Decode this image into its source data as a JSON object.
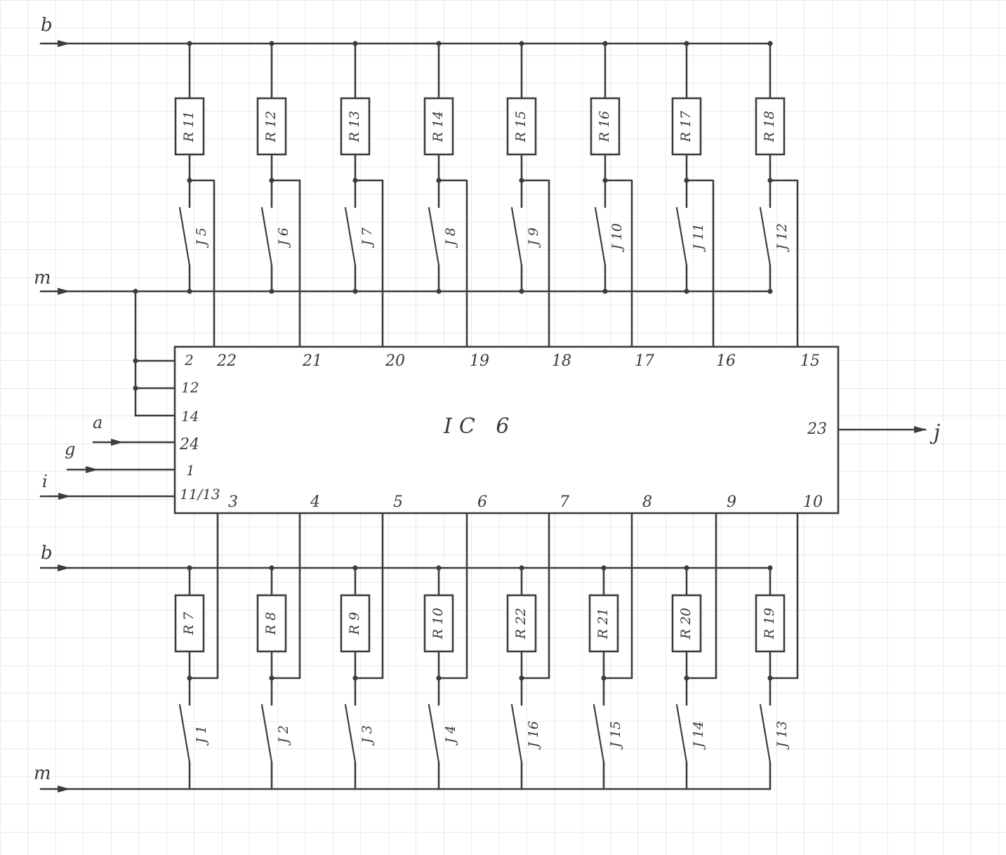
{
  "rails": {
    "top_b": "b",
    "top_m": "m",
    "bottom_b": "b",
    "bottom_m": "m"
  },
  "ic": {
    "name": "IC 6",
    "left_pins": [
      "2",
      "12",
      "14",
      "24",
      "1",
      "11/13"
    ],
    "top_pins": [
      "22",
      "21",
      "20",
      "19",
      "18",
      "17",
      "16",
      "15"
    ],
    "bottom_pins": [
      "3",
      "4",
      "5",
      "6",
      "7",
      "8",
      "9",
      "10"
    ],
    "output_pin": "23"
  },
  "inputs": {
    "a": "a",
    "g": "g",
    "i": "i"
  },
  "output": {
    "label": "j"
  },
  "top_resistors": [
    "R 11",
    "R 12",
    "R 13",
    "R 14",
    "R 15",
    "R 16",
    "R 17",
    "R 18"
  ],
  "top_switches": [
    "J 5",
    "J 6",
    "J 7",
    "J 8",
    "J 9",
    "J 10",
    "J 11",
    "J 12"
  ],
  "bottom_resistors": [
    "R 7",
    "R 8",
    "R 9",
    "R 10",
    "R 22",
    "R 21",
    "R 20",
    "R 19"
  ],
  "bottom_switches": [
    "J 1",
    "J 2",
    "J 3",
    "J 4",
    "J 16",
    "J 15",
    "J 14",
    "J 13"
  ]
}
